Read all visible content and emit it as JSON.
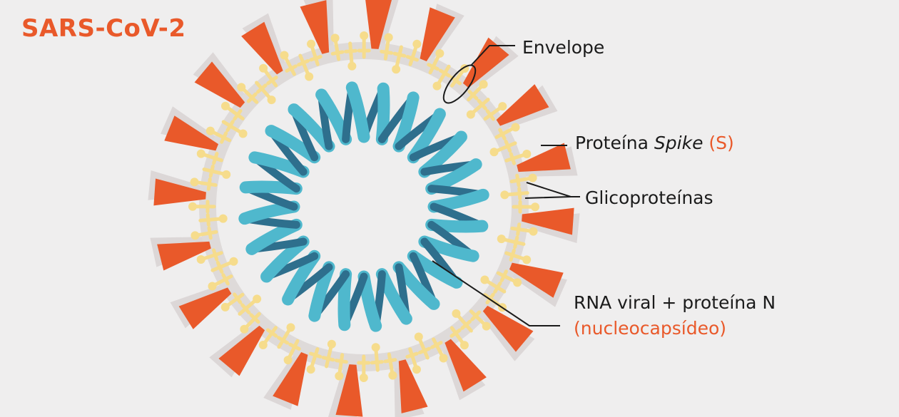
{
  "title": "SARS-CoV-2",
  "labels": {
    "envelope": "Envelope",
    "spike_prefix": "Proteína ",
    "spike_italic": "Spike",
    "spike_suffix": " (S)",
    "glycoproteins": "Glicoproteínas",
    "rna_line1": "RNA viral + proteína N",
    "rna_line2": "(nucleocapsídeo)"
  },
  "colors": {
    "spike": "#e9592a",
    "spike_shadow": "#dcd7d7",
    "membrane": "#dedad9",
    "glycoprotein": "#f6dc8c",
    "rna_light": "#4fb8cd",
    "rna_dark": "#2e6f8d",
    "text": "#1b1b1b",
    "accent_text": "#e9592a"
  }
}
